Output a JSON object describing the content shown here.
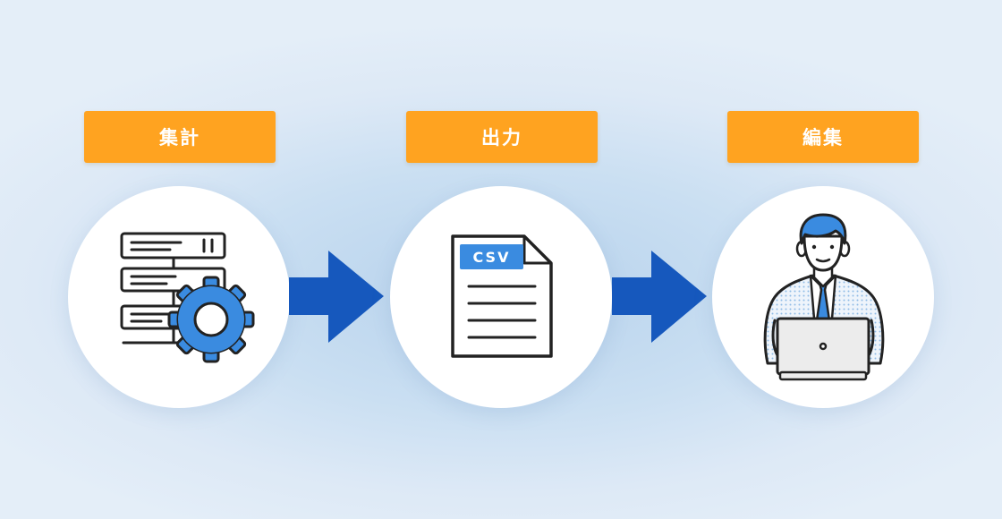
{
  "steps": [
    {
      "label": "集計",
      "icon": "server-gear-icon"
    },
    {
      "label": "出力",
      "icon": "csv-document-icon"
    },
    {
      "label": "編集",
      "icon": "person-laptop-icon"
    }
  ],
  "csv_badge": "CSV",
  "connectors": [
    "arrow-right-icon",
    "arrow-right-icon"
  ],
  "colors": {
    "label_bg": "#ffa320",
    "arrow": "#1658bd",
    "icon_blue": "#3a8be0",
    "outline": "#222222"
  }
}
